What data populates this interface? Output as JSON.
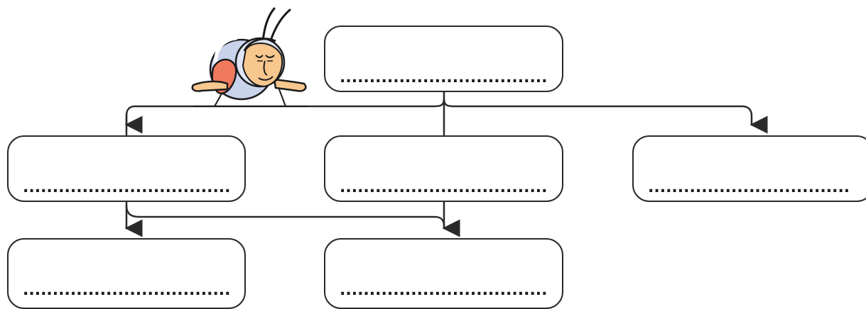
{
  "diagram": {
    "boxes": [
      {
        "id": "top",
        "blank": "......................................"
      },
      {
        "id": "mid-left",
        "blank": "......................................"
      },
      {
        "id": "mid-center",
        "blank": "......................................"
      },
      {
        "id": "mid-right",
        "blank": "......................................"
      },
      {
        "id": "bottom-left",
        "blank": "......................................"
      },
      {
        "id": "bottom-center",
        "blank": "......................................"
      }
    ]
  },
  "colors": {
    "line": "#2a2a2a",
    "box_border": "#2a2a2a",
    "character_body": "#c9d3ec",
    "character_skin": "#f7c78e",
    "character_collar": "#f07a5e"
  },
  "icons": {
    "mascot": "cartoon-insect-character-icon"
  }
}
